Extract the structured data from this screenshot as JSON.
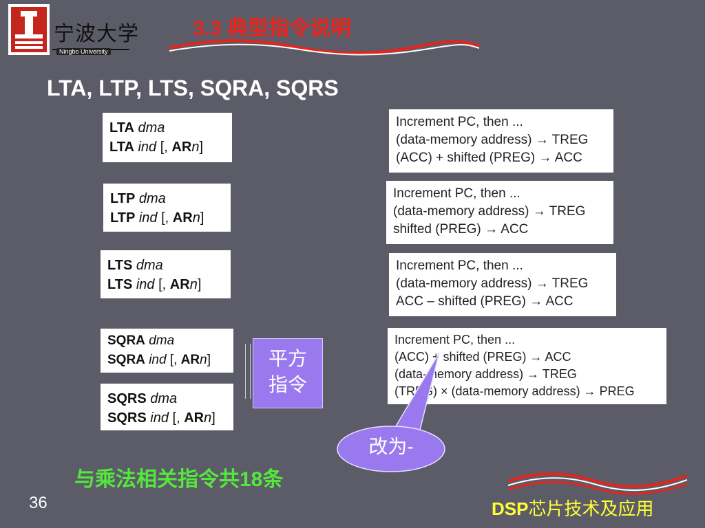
{
  "university": {
    "name_cn": "宁波大学",
    "name_en": "Ningbo University"
  },
  "slide_title": "3.3  典型指令说明",
  "heading": "LTA, LTP, LTS, SQRA, SQRS",
  "instructions": [
    {
      "mnemonic": "LTA",
      "arg1": "dma",
      "arg2_open": "ind",
      "arg2_bracket": " [, ",
      "reg": "AR",
      "reg_n": "n",
      "close": "]"
    },
    {
      "mnemonic": "LTP",
      "arg1": "dma",
      "arg2_open": "ind",
      "arg2_bracket": " [, ",
      "reg": "AR",
      "reg_n": "n",
      "close": "]"
    },
    {
      "mnemonic": "LTS",
      "arg1": "dma",
      "arg2_open": "ind",
      "arg2_bracket": " [, ",
      "reg": "AR",
      "reg_n": "n",
      "close": "]"
    },
    {
      "mnemonic": "SQRA",
      "arg1": "dma",
      "arg2_open": "ind",
      "arg2_bracket": " [, ",
      "reg": "AR",
      "reg_n": "n",
      "close": "]"
    },
    {
      "mnemonic": "SQRS",
      "arg1": "dma",
      "arg2_open": "ind",
      "arg2_bracket": " [, ",
      "reg": "AR",
      "reg_n": "n",
      "close": "]"
    }
  ],
  "descriptions": [
    {
      "lines": [
        "Increment PC, then ...",
        "(data-memory address) → TREG",
        "(ACC) + shifted (PREG) → ACC"
      ]
    },
    {
      "lines": [
        "Increment PC, then ...",
        "(data-memory address) → TREG",
        "shifted (PREG) → ACC"
      ]
    },
    {
      "lines": [
        "Increment PC, then ...",
        "(data-memory address) → TREG",
        "ACC – shifted (PREG) → ACC"
      ]
    },
    {
      "lines": [
        "Increment PC, then ...",
        "(ACC) + shifted (PREG) → ACC",
        "(data-memory address) → TREG",
        "(TREG) × (data-memory address) → PREG"
      ]
    }
  ],
  "square_note": {
    "line1": "平方",
    "line2": "指令"
  },
  "callout": "改为-",
  "summary_pre": "与乘法相关指令共",
  "summary_num": "18",
  "summary_post": "条",
  "page_number": "36",
  "footer_bold": "DSP",
  "footer_rest": "芯片技术及应用",
  "colors": {
    "background": "#5b5c68",
    "title": "#e8231b",
    "summary": "#55e83c",
    "footer": "#ffff33",
    "note": "#9a79ee"
  }
}
